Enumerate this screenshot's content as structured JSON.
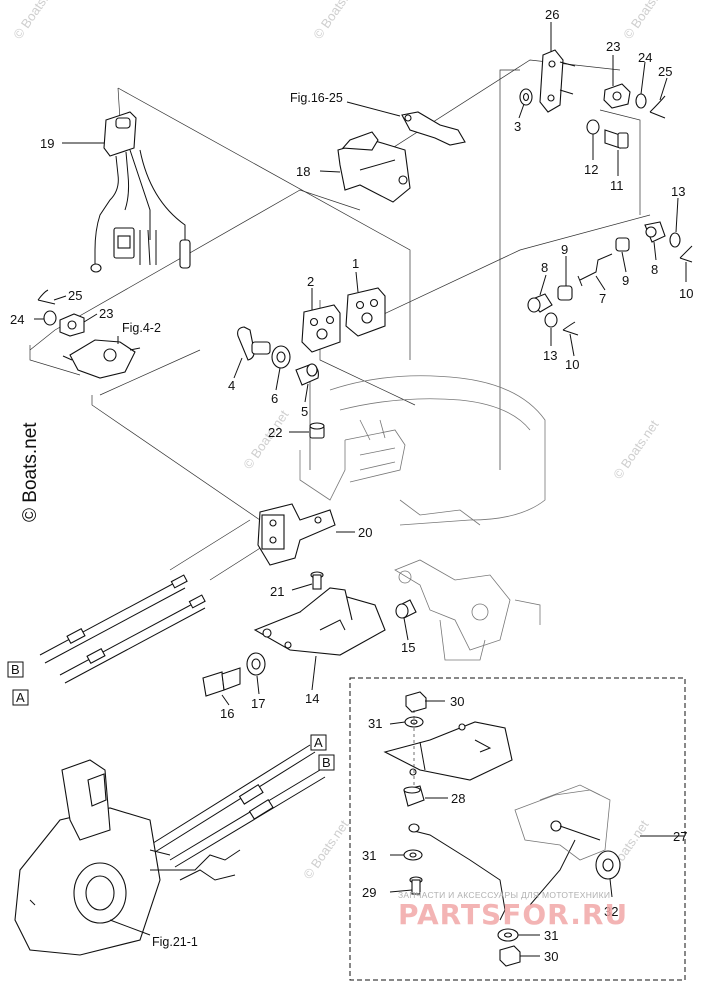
{
  "callouts": {
    "n1": "1",
    "n2": "2",
    "n3": "3",
    "n4": "4",
    "n5": "5",
    "n6": "6",
    "n7": "7",
    "n8a": "8",
    "n8b": "8",
    "n9a": "9",
    "n9b": "9",
    "n10a": "10",
    "n10b": "10",
    "n11": "11",
    "n12": "12",
    "n13a": "13",
    "n13b": "13",
    "n14": "14",
    "n15": "15",
    "n16": "16",
    "n17": "17",
    "n18": "18",
    "n19": "19",
    "n20": "20",
    "n21": "21",
    "n22": "22",
    "n23a": "23",
    "n23b": "23",
    "n24a": "24",
    "n24b": "24",
    "n25a": "25",
    "n25b": "25",
    "n26": "26",
    "n27": "27",
    "n28": "28",
    "n29": "29",
    "n30a": "30",
    "n30b": "30",
    "n31a": "31",
    "n31b": "31",
    "n31c": "31",
    "n32": "32"
  },
  "figure_refs": {
    "fig16": "Fig.16-25",
    "fig4": "Fig.4-2",
    "fig21": "Fig.21-1"
  },
  "cable_labels": {
    "a_left": "A",
    "b_left": "B",
    "a_right": "A",
    "b_right": "B"
  },
  "watermark": {
    "copyright": "© Boats.net",
    "tile": "© Boats.net"
  },
  "brand": {
    "subtitle": "ЗАПЧАСТИ И АКСЕССУАРЫ ДЛЯ МОТОТЕХНИКИ",
    "name": "PARTSFOR.RU"
  },
  "colors": {
    "line": "#111111",
    "watermark": "#cfcfcf",
    "brand": "#f2a8a8"
  }
}
